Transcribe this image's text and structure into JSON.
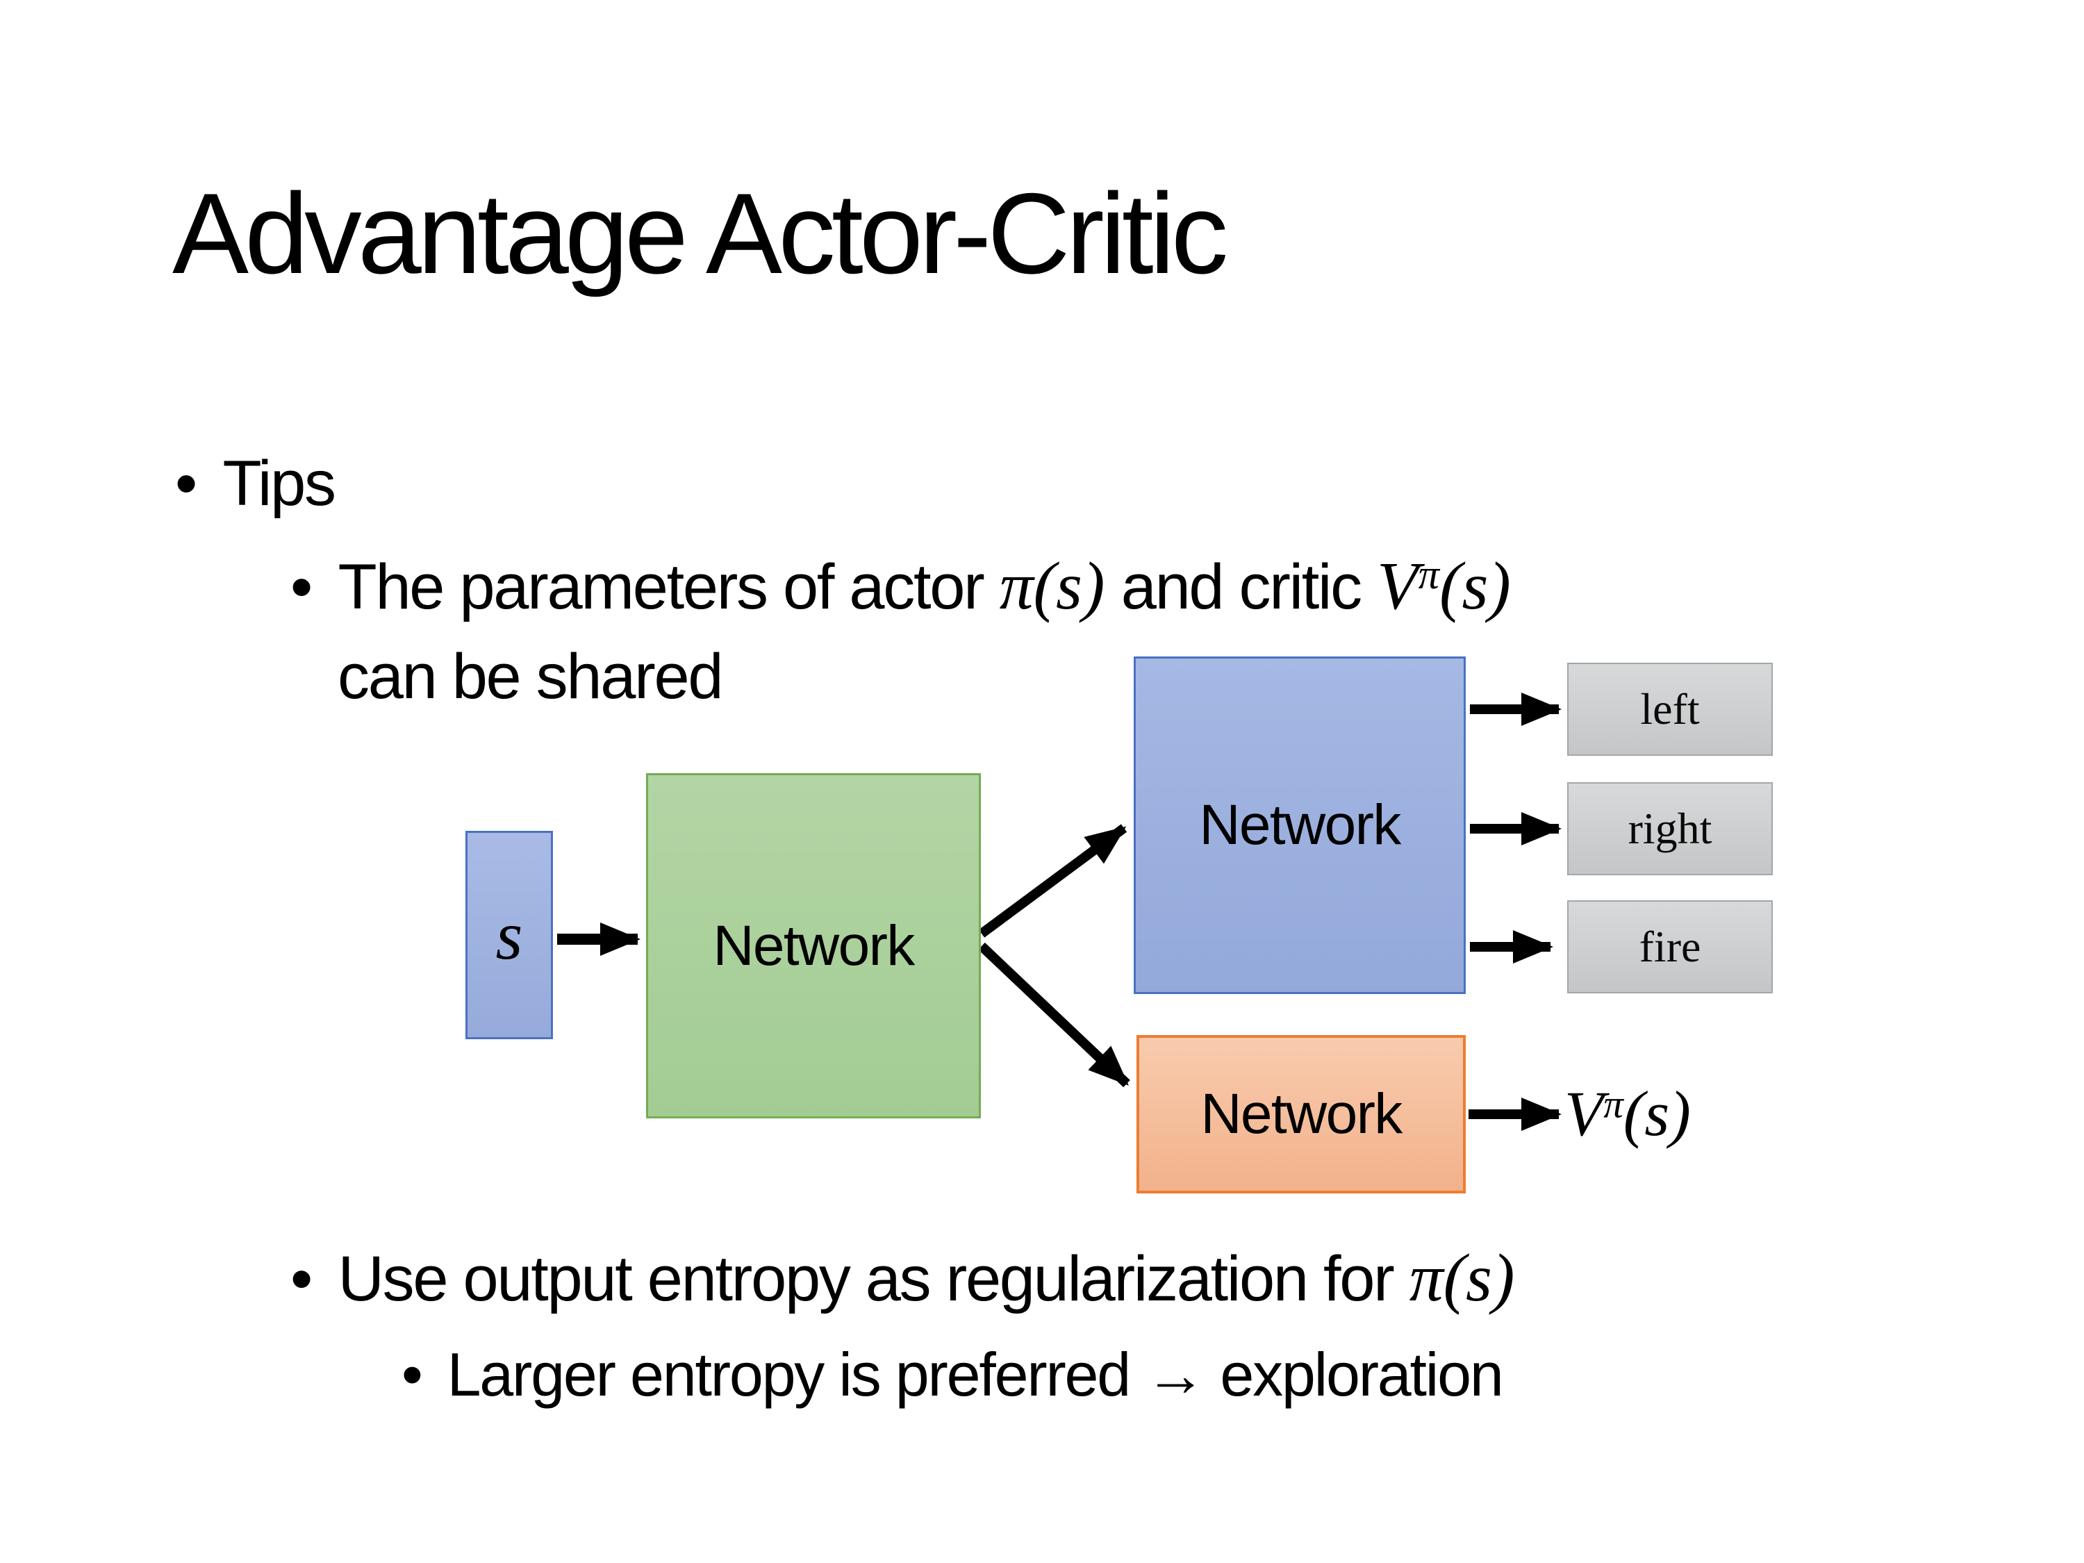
{
  "slide": {
    "title": "Advantage Actor-Critic",
    "background_color": "#ffffff",
    "text_color": "#000000"
  },
  "bullets": {
    "glyph": "•",
    "tips": "Tips",
    "shared_params": {
      "before_math": "The parameters of actor ",
      "actor_math": "π(s)",
      "between": "  and critic ",
      "critic_base": "V",
      "critic_sup": "π",
      "critic_args": "(s)",
      "line2": "can be shared"
    },
    "entropy": {
      "before_math": "Use output entropy as regularization for ",
      "math": "π(s)"
    },
    "exploration": "Larger entropy is preferred → exploration"
  },
  "diagram": {
    "state_label": "s",
    "shared_network_label": "Network",
    "actor_network_label": "Network",
    "critic_network_label": "Network",
    "actions": [
      "left",
      "right",
      "fire"
    ],
    "value_base": "V",
    "value_sup": "π",
    "value_args": "(s)",
    "colors": {
      "state_fill": "#9fb3e0",
      "state_border": "#4a72c0",
      "shared_fill": "#abd19c",
      "shared_border": "#74ac52",
      "actor_fill": "#9db1de",
      "actor_border": "#4a72c0",
      "critic_fill": "#f5bd9e",
      "critic_border": "#ed7d31",
      "action_fill": "#cdcfd0",
      "action_border": "#a3a6a8",
      "arrow": "#000000"
    }
  }
}
